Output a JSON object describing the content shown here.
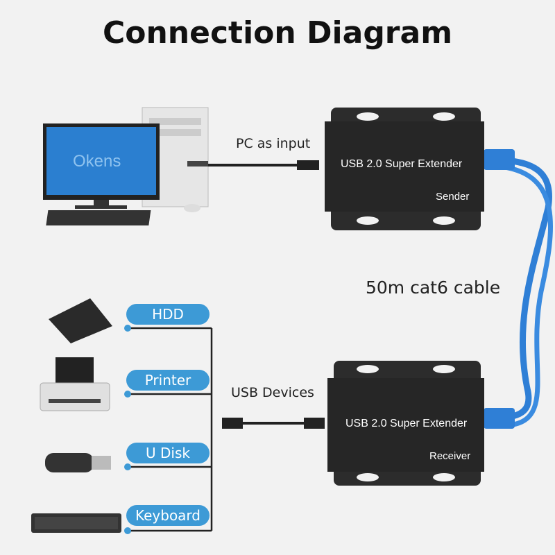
{
  "title": "Connection Diagram",
  "labels": {
    "pc_input": "PC as input",
    "cable": "50m cat6 cable",
    "usb_devices": "USB Devices"
  },
  "sender": {
    "name": "USB 2.0  Super Extender",
    "role": "Sender"
  },
  "receiver": {
    "name": "USB 2.0  Super Extender",
    "role": "Receiver"
  },
  "devices": [
    {
      "label": "HDD",
      "icon": "hdd-icon"
    },
    {
      "label": "Printer",
      "icon": "printer-icon"
    },
    {
      "label": "U Disk",
      "icon": "usb-drive-icon"
    },
    {
      "label": "Keyboard",
      "icon": "keyboard-icon"
    }
  ],
  "watermark": "Okens",
  "colors": {
    "pill": "#3d9ad6",
    "cable": "#2f7fd6",
    "box": "#262626"
  }
}
